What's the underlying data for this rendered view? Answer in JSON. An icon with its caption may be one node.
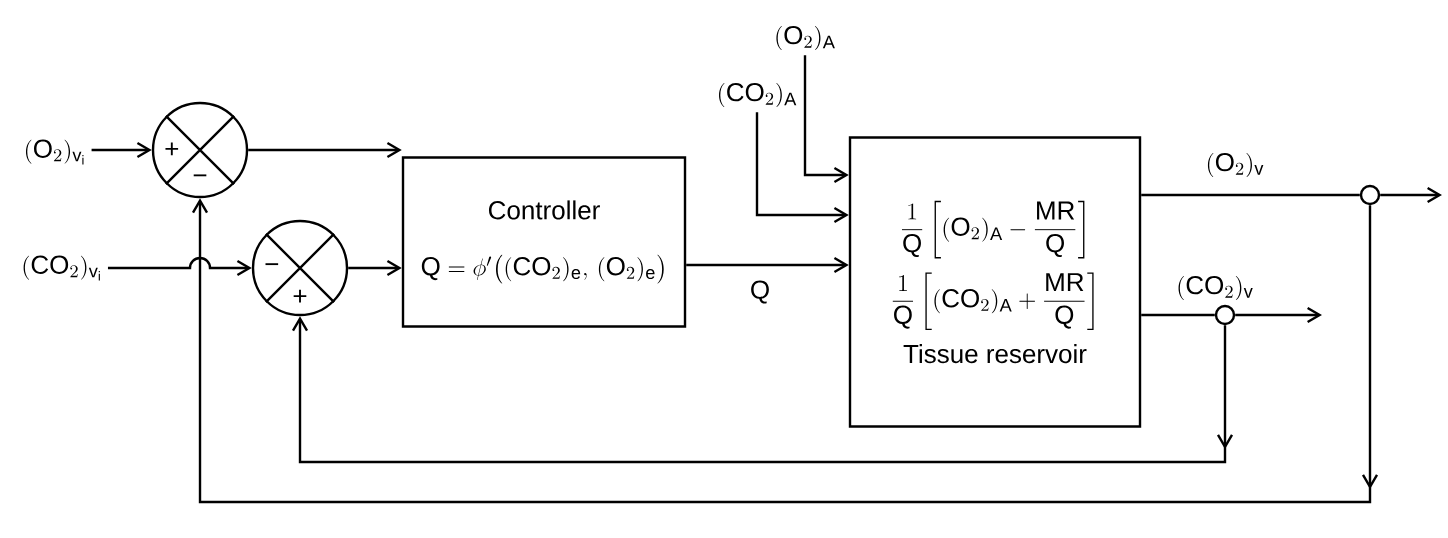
{
  "diagram": {
    "nodes": [
      {
        "text": [
          "(\\mathrm{O}_2)_{\\mathrm{v}_\\mathrm{i}}"
        ]
      },
      {
        "text": [
          "(\\mathrm{CO}_2)_{\\mathrm{v}_\\mathrm{i}}"
        ]
      },
      {
        "text": [
          "+",
          "−"
        ]
      },
      {
        "text": [
          "−",
          "+"
        ]
      },
      {
        "text": [
          "Controller",
          "\\mathrm{Q} = \\phi'\\bigl((\\mathrm{CO}_2)_\\mathrm{e},\\, (\\mathrm{O}_2)_\\mathrm{e}\\bigr)"
        ]
      },
      {
        "text": [
          "(\\mathrm{CO}_2)_\\mathrm{A}"
        ]
      },
      {
        "text": [
          "(\\mathrm{O}_2)_\\mathrm{A}"
        ]
      },
      {
        "text": [
          "\\frac{1}{\\mathrm{Q}}\\left[(\\mathrm{O}_2)_\\mathrm{A} - \\frac{\\mathrm{MR}}{\\mathrm{Q}}\\right]",
          "\\frac{1}{\\mathrm{Q}}\\left[(\\mathrm{CO}_2)_\\mathrm{A} + \\frac{\\mathrm{MR}}{\\mathrm{Q}}\\right]",
          "Tissue reservoir"
        ]
      },
      {
        "text": [],
        "shape": "circle"
      },
      {
        "text": [],
        "shape": "circle"
      }
    ],
    "edges": [
      {
        "from": 0,
        "to": 2,
        "arrow": "to"
      },
      {
        "from": 1,
        "to": 3,
        "arrow": "to"
      },
      {
        "from": 2,
        "to": 4,
        "arrow": "to"
      },
      {
        "from": 3,
        "to": 4,
        "arrow": "to"
      },
      {
        "from": 4,
        "to": 7,
        "arrow": "to",
        "label": "\\mathrm{Q}"
      },
      {
        "from": 5,
        "to": 7,
        "arrow": "to"
      },
      {
        "from": 6,
        "to": 7,
        "arrow": "to"
      },
      {
        "from": 7,
        "to": 8,
        "arrow": "none",
        "label": "(\\mathrm{O}_2)_\\mathrm{v}"
      },
      {
        "from": 8,
        "to": null,
        "arrow": "to"
      },
      {
        "from": 7,
        "to": 9,
        "arrow": "none",
        "label": "(\\mathrm{CO}_2)_\\mathrm{v}"
      },
      {
        "from": 9,
        "to": null,
        "arrow": "to"
      },
      {
        "from": 9,
        "to": 3,
        "arrow": "to"
      },
      {
        "from": 8,
        "to": 2,
        "arrow": "to"
      }
    ]
  }
}
